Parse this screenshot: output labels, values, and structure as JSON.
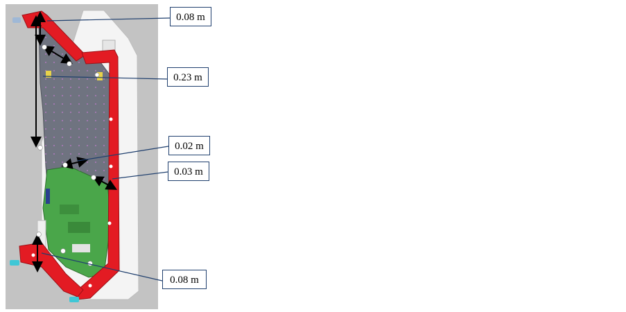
{
  "labels": {
    "a": "0.08 m",
    "b": "0.23 m",
    "c": "0.02 m",
    "d": "0.03 m",
    "e": "0.08 m"
  },
  "colors": {
    "background_panel": "#c3c3c3",
    "frame": "#e31b23",
    "pcb": "#4aa64a",
    "plate": "#6f7380",
    "housing": "#f4f4f4",
    "connector": "#3fc7d6",
    "leader_line": "#1f3f6e",
    "arrow": "#000000"
  }
}
